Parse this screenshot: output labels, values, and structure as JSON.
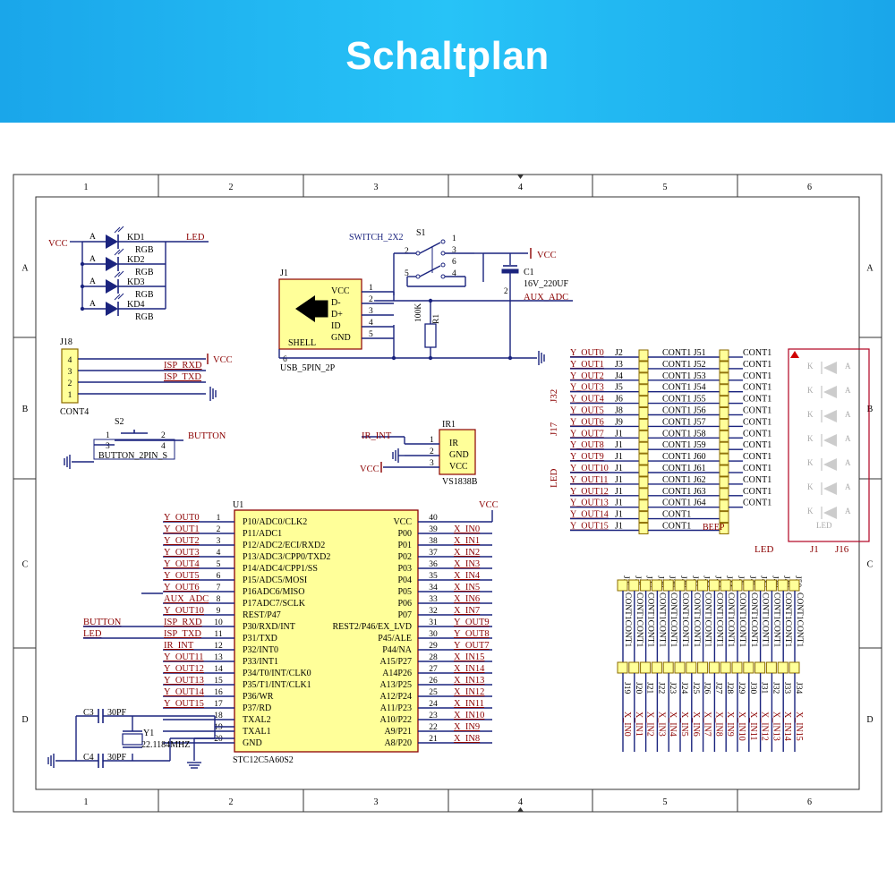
{
  "header": {
    "title": "Schaltplan"
  },
  "colors": {
    "banner": "#1aa6ea",
    "wire": "#1a237e",
    "net": "#8b0000",
    "chip": "#ffff99",
    "chip_border": "#8b0000",
    "grid": "#8b0000"
  },
  "frame": {
    "columns": [
      "1",
      "2",
      "3",
      "4",
      "5",
      "6"
    ],
    "rows": [
      "A",
      "B",
      "C",
      "D"
    ]
  },
  "leds": {
    "items": [
      {
        "ref": "KD1",
        "value": "RGB",
        "pin": "A"
      },
      {
        "ref": "KD2",
        "value": "RGB",
        "pin": "A"
      },
      {
        "ref": "KD3",
        "value": "RGB",
        "pin": "A"
      },
      {
        "ref": "KD4",
        "value": "RGB",
        "pin": "A"
      }
    ],
    "vcc": "VCC",
    "net": "LED"
  },
  "switch": {
    "title": "SWITCH_2X2",
    "ref": "S1",
    "pins": [
      "1",
      "2",
      "3",
      "4",
      "5",
      "6"
    ],
    "vcc": "VCC"
  },
  "capacitor": {
    "ref": "C1",
    "value": "16V_220UF",
    "pin": "2",
    "net": "AUX_ADC"
  },
  "usb": {
    "ref": "J1",
    "pins": [
      {
        "num": "1",
        "name": "VCC"
      },
      {
        "num": "2",
        "name": "D-"
      },
      {
        "num": "3",
        "name": "D+"
      },
      {
        "num": "4",
        "name": "ID"
      },
      {
        "num": "5",
        "name": "GND"
      }
    ],
    "shell": "SHELL",
    "shell_pin": "6",
    "part": "USB_5PIN_2P"
  },
  "resistor": {
    "ref": "R1",
    "value": "100K"
  },
  "j18": {
    "ref": "J18",
    "pins": [
      "4",
      "3",
      "2",
      "1"
    ],
    "part": "CONT4",
    "nets": [
      "ISP_RXD",
      "ISP_TXD"
    ],
    "vcc": "VCC"
  },
  "button": {
    "ref": "S2",
    "part": "BUTTON_2PIN_S",
    "pins": [
      "1",
      "2",
      "3",
      "4"
    ],
    "net": "BUTTON"
  },
  "ir": {
    "ref": "IR1",
    "pins": [
      "IR",
      "GND",
      "VCC"
    ],
    "pin_nums": [
      "1",
      "2",
      "3"
    ],
    "part": "VS1838B",
    "net": "IR_INT",
    "vcc": "VCC"
  },
  "mcu": {
    "ref": "U1",
    "part": "STC12C5A60S2",
    "vcc": "VCC",
    "left_pins": [
      {
        "num": "1",
        "name": "P10/ADC0/CLK2",
        "net": "Y_OUT0"
      },
      {
        "num": "2",
        "name": "P11/ADC1",
        "net": "Y_OUT1"
      },
      {
        "num": "3",
        "name": "P12/ADC2/ECI/RXD2",
        "net": "Y_OUT2"
      },
      {
        "num": "4",
        "name": "P13/ADC3/CPP0/TXD2",
        "net": "Y_OUT3"
      },
      {
        "num": "5",
        "name": "P14/ADC4/CPP1/SS",
        "net": "Y_OUT4"
      },
      {
        "num": "6",
        "name": "P15/ADC5/MOSI",
        "net": "Y_OUT5"
      },
      {
        "num": "7",
        "name": "P16ADC6/MISO",
        "net": "Y_OUT6"
      },
      {
        "num": "8",
        "name": "P17ADC7/SCLK",
        "net": "AUX_ADC"
      },
      {
        "num": "9",
        "name": "REST/P47",
        "net": "Y_OUT10"
      },
      {
        "num": "10",
        "name": "P30/RXD/INT",
        "net": "ISP_RXD",
        "extra": "BUTTON"
      },
      {
        "num": "11",
        "name": "P31/TXD",
        "net": "ISP_TXD",
        "extra": "LED"
      },
      {
        "num": "12",
        "name": "P32/INT0",
        "net": "IR_INT"
      },
      {
        "num": "13",
        "name": "P33/INT1",
        "net": "Y_OUT11"
      },
      {
        "num": "14",
        "name": "P34/T0/INT/CLK0",
        "net": "Y_OUT12"
      },
      {
        "num": "15",
        "name": "P35/T1/INT/CLK1",
        "net": "Y_OUT13"
      },
      {
        "num": "16",
        "name": "P36/WR",
        "net": "Y_OUT14"
      },
      {
        "num": "17",
        "name": "P37/RD",
        "net": "Y_OUT15"
      },
      {
        "num": "18",
        "name": "TXAL2",
        "net": ""
      },
      {
        "num": "19",
        "name": "TXAL1",
        "net": ""
      },
      {
        "num": "20",
        "name": "GND",
        "net": ""
      }
    ],
    "right_pins": [
      {
        "num": "40",
        "name": "VCC",
        "net": ""
      },
      {
        "num": "39",
        "name": "P00",
        "net": "X_IN0"
      },
      {
        "num": "38",
        "name": "P01",
        "net": "X_IN1"
      },
      {
        "num": "37",
        "name": "P02",
        "net": "X_IN2"
      },
      {
        "num": "36",
        "name": "P03",
        "net": "X_IN3"
      },
      {
        "num": "35",
        "name": "P04",
        "net": "X_IN4"
      },
      {
        "num": "34",
        "name": "P05",
        "net": "X_IN5"
      },
      {
        "num": "33",
        "name": "P06",
        "net": "X_IN6"
      },
      {
        "num": "32",
        "name": "P07",
        "net": "X_IN7"
      },
      {
        "num": "31",
        "name": "REST2/P46/EX_LVD",
        "net": "Y_OUT9"
      },
      {
        "num": "30",
        "name": "P45/ALE",
        "net": "Y_OUT8"
      },
      {
        "num": "29",
        "name": "P44/NA",
        "net": "Y_OUT7"
      },
      {
        "num": "28",
        "name": "A15/P27",
        "net": "X_IN15"
      },
      {
        "num": "27",
        "name": "A14P26",
        "net": "X_IN14"
      },
      {
        "num": "26",
        "name": "A13/P25",
        "net": "X_IN13"
      },
      {
        "num": "25",
        "name": "A12/P24",
        "net": "X_IN12"
      },
      {
        "num": "24",
        "name": "A11/P23",
        "net": "X_IN11"
      },
      {
        "num": "23",
        "name": "A10/P22",
        "net": "X_IN10"
      },
      {
        "num": "22",
        "name": "A9/P21",
        "net": "X_IN9"
      },
      {
        "num": "21",
        "name": "A8/P20",
        "net": "X_IN8"
      }
    ]
  },
  "crystal": {
    "ref": "Y1",
    "value": "22.1184MHZ",
    "c3": "C3",
    "c4": "C4",
    "cval": "30PF"
  },
  "yout_header": {
    "nets": [
      "Y_OUT0",
      "Y_OUT1",
      "Y_OUT2",
      "Y_OUT3",
      "Y_OUT4",
      "Y_OUT5",
      "Y_OUT6",
      "Y_OUT7",
      "Y_OUT8",
      "Y_OUT9",
      "Y_OUT10",
      "Y_OUT11",
      "Y_OUT12",
      "Y_OUT13",
      "Y_OUT14",
      "Y_OUT15"
    ],
    "refs": [
      "J2",
      "J3",
      "J4",
      "J5",
      "J6",
      "J8",
      "J9",
      "J1",
      "J1",
      "J1",
      "J1",
      "J1",
      "J1",
      "J1",
      "J1",
      "J1"
    ],
    "mid_labels": [
      "CONT1 J51",
      "CONT1 J52",
      "CONT1 J53",
      "CONT1 J54",
      "CONT1 J55",
      "CONT1 J56",
      "CONT1 J57",
      "CONT1 J58",
      "CONT1 J59",
      "CONT1 J60",
      "CONT1 J61",
      "CONT1 J62",
      "CONT1 J63",
      "CONT1 J64",
      "CONT1",
      "CONT1"
    ],
    "right_labels": [
      "CONT1",
      "CONT1",
      "CONT1",
      "CONT1",
      "CONT1",
      "CONT1",
      "CONT1",
      "CONT1",
      "CONT1",
      "CONT1",
      "CONT1",
      "CONT1",
      "CONT1",
      "CONT1"
    ],
    "side_labels": [
      "J32",
      "J17",
      "LED"
    ],
    "beep": "BEEP"
  },
  "led_matrix": {
    "pins": [
      "K",
      "A"
    ],
    "ref": "J1",
    "ref2": "J16",
    "label": "LED",
    "inner_label": "LED"
  },
  "xin_header": {
    "nets": [
      "X_IN0",
      "X_IN1",
      "X_IN2",
      "X_IN3",
      "X_IN4",
      "X_IN5",
      "X_IN6",
      "X_IN7",
      "X_IN8",
      "X_IN9",
      "X_IN10",
      "X_IN11",
      "X_IN12",
      "X_IN13",
      "X_IN14",
      "X_IN15"
    ],
    "top_refs": [
      "J35",
      "J36",
      "J37",
      "J38",
      "J39",
      "J40",
      "J41",
      "J42",
      "J43",
      "J44",
      "J45",
      "J46",
      "J47",
      "J48",
      "J49",
      "J50"
    ],
    "bottom_refs": [
      "J19",
      "J20",
      "J21",
      "J22",
      "J23",
      "J24",
      "J25",
      "J26",
      "J27",
      "J28",
      "J29",
      "J30",
      "J31",
      "J32",
      "J33",
      "J34"
    ],
    "col_label": "CONT1CONT1"
  }
}
